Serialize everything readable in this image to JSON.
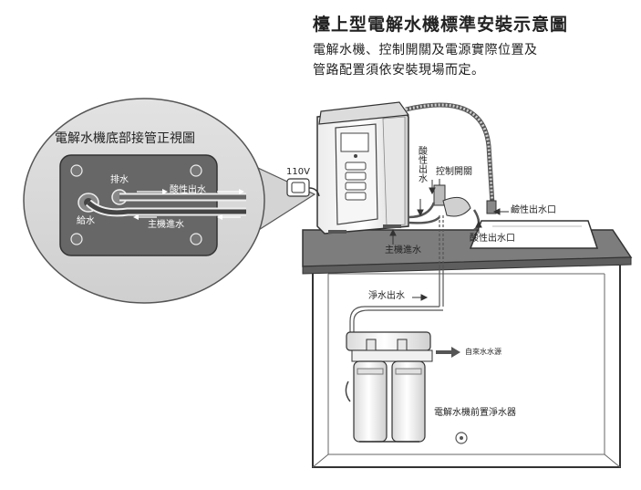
{
  "header": {
    "title": "檯上型電解水機標準安裝示意圖",
    "note_line1": "電解水機、控制開關及電源實際位置及",
    "note_line2": "管路配置須依安裝現場而定。"
  },
  "detail_view": {
    "title": "電解水機底部接管正視圖",
    "drain_label": "排水",
    "acid_out_label": "酸性出水",
    "main_inlet_label": "主機進水",
    "feed_label": "給水"
  },
  "labels": {
    "voltage": "110V",
    "acid_out_vertical": "酸性出水",
    "control_switch": "控制開關",
    "alkaline_outlet": "鹼性出水口",
    "acid_outlet": "酸性出水口",
    "main_inlet": "主機進水",
    "purified_out": "淨水出水",
    "tap_source": "自來水水源",
    "prefilter": "電解水機前置淨水器"
  },
  "colors": {
    "counter_top": "#7d7d7d",
    "circle_fill": "#d8d8d8",
    "panel_fill": "#666666",
    "line": "#333333"
  }
}
